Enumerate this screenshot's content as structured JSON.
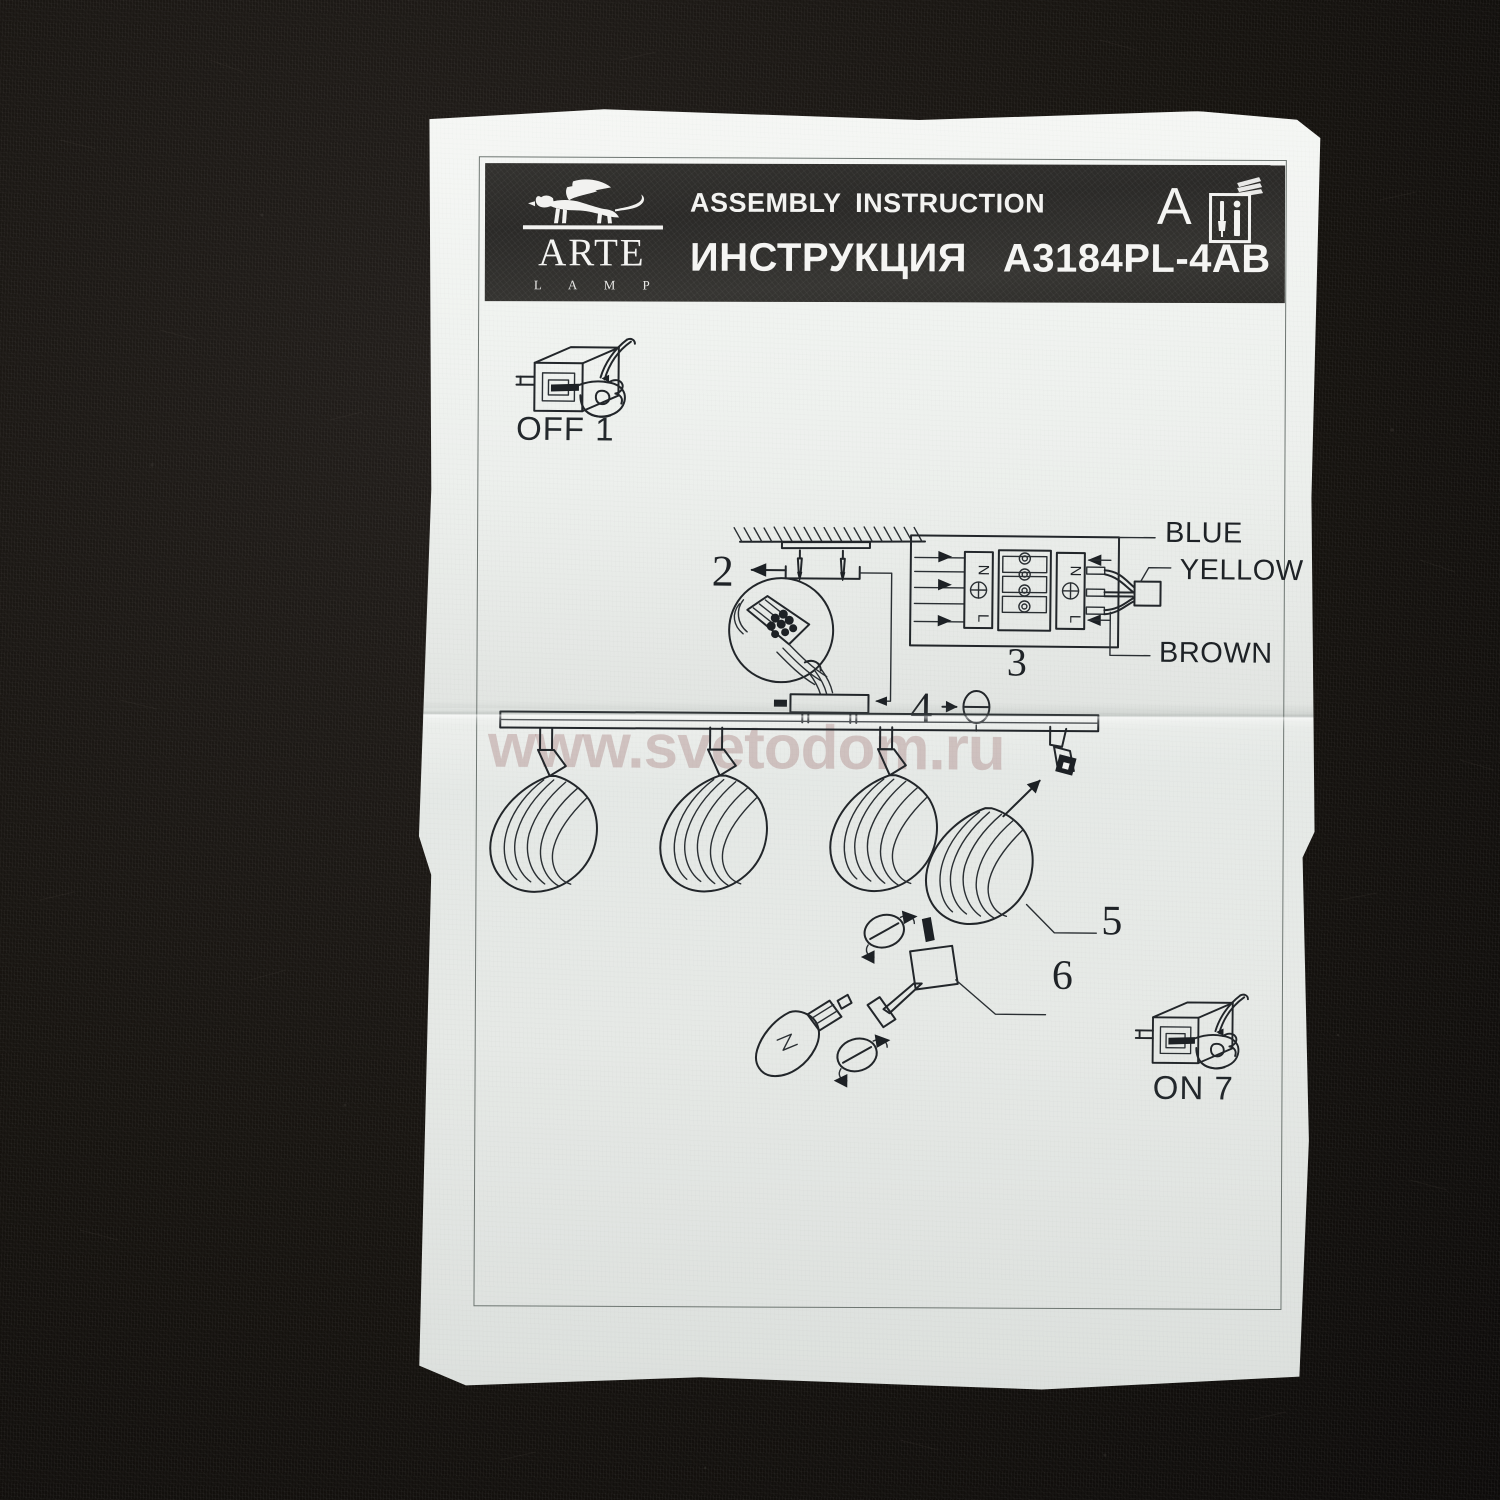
{
  "scene": {
    "background_description": "black felt fabric",
    "background_color": "#171412"
  },
  "document": {
    "type": "printed assembly instruction sheet",
    "paper_color": "#eaedea",
    "has_horizontal_fold": true
  },
  "header": {
    "brand": {
      "name": "ARTE",
      "subtitle": "L A M P",
      "mark": "griffin-logo"
    },
    "title_en": "ASSEMBLY INSTRUCTION",
    "title_ru": "ИНСТРУКЦИЯ",
    "model_code": "A3184PL-4AB",
    "sheet_letter": "A",
    "booklet_icon": "manual-info-icon",
    "band_color": "#2f2e2b",
    "text_color": "#f2f2f0"
  },
  "steps": {
    "off": {
      "label": "OFF 1",
      "number": "1",
      "icon": "power-switch-off-icon"
    },
    "mount": {
      "number": "2",
      "description": "ceiling bracket mounting with screws"
    },
    "terminal": {
      "number": "3",
      "description": "terminal block wiring"
    },
    "screw": {
      "number": "4",
      "description": "fix base plate with screw"
    },
    "shade": {
      "number": "5",
      "description": "glass shade"
    },
    "socket": {
      "number": "6",
      "description": "lamp socket and candle bulb"
    },
    "on": {
      "label": "ON 7",
      "number": "7",
      "icon": "power-switch-on-icon"
    }
  },
  "wiring": {
    "diagram_number": "3",
    "wires": [
      {
        "name": "BLUE"
      },
      {
        "name": "YELLOW"
      },
      {
        "name": "BROWN"
      }
    ],
    "terminal_markings": [
      "N",
      "L"
    ],
    "earth_symbol": "ground-earth-icon"
  },
  "fixture": {
    "type": "4-spot ceiling track light",
    "spot_count": 4,
    "shade_style": "swirled glass"
  },
  "watermark": {
    "text": "www.svetodom.ru",
    "color": "#966060"
  }
}
